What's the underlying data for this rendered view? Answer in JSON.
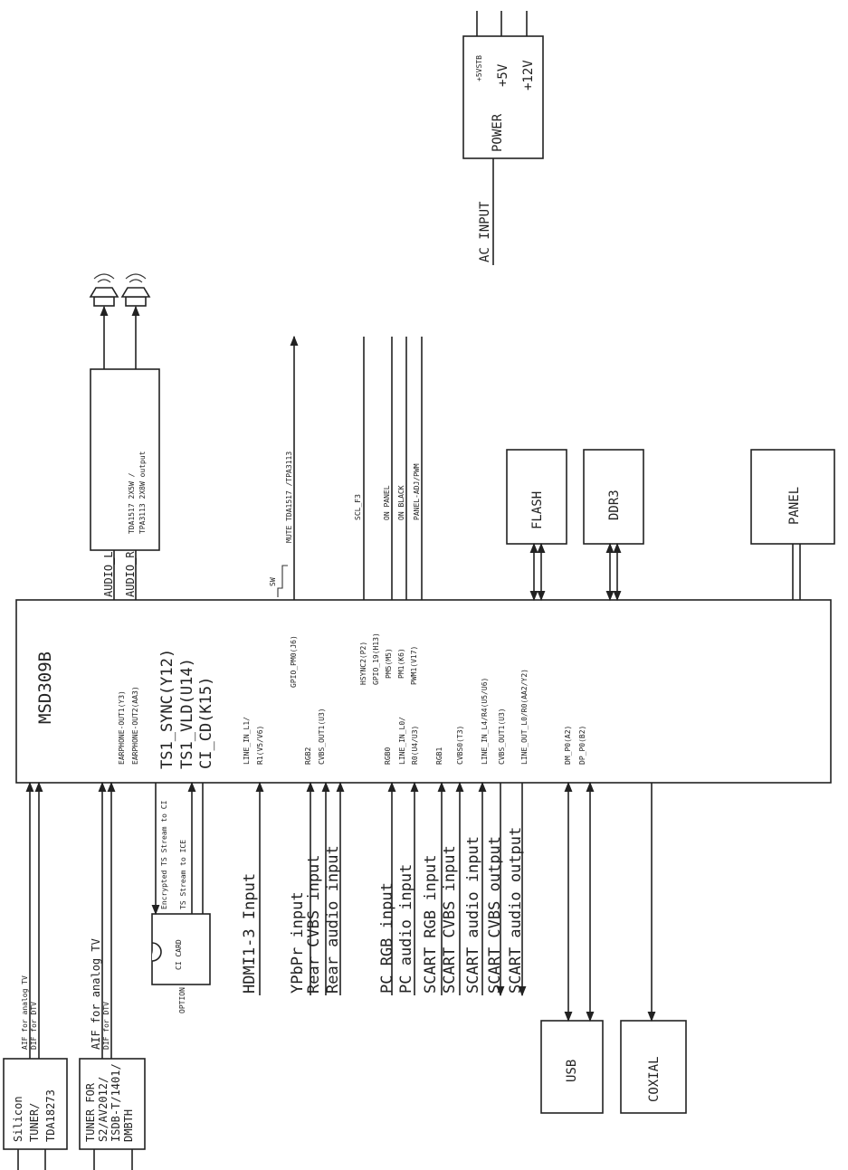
{
  "chip": {
    "name": "MSD309B",
    "earphone_out1": "EARPHONE-OUT1(Y3)",
    "earphone_out2": "EARPHONE-OUT2(AA3)",
    "ts1_sync": "TS1_SYNC(Y12)",
    "ts1_vld": "TS1_VLD(U14)",
    "ci_cd": "CI_CD(K15)",
    "line_in_l1": "LINE_IN_L1/",
    "r1": "R1(V5/V6)",
    "gpio_pm0": "GPIO_PM0(J6)",
    "rgb2": "RGB2",
    "cvbs_out1": "CVBS_OUT1(U3)",
    "hsync2": "HSYNC2(P2)",
    "gpio_19": "GPIO_19(H13)",
    "pm5": "PM5(M5)",
    "pm1": "PM1(K6)",
    "pwm1": "PWM1(V17)",
    "rgb0": "RGB0",
    "line_in_l0": "LINE_IN_L0/",
    "r0": "R0(U4/U3)",
    "rgb1": "RGB1",
    "cvbs0": "CVBS0(T3)",
    "line_in_l4": "LINE_IN_L4/R4(U5/U6)",
    "cvbs_out1_b": "CVBS_OUT1(U3)",
    "line_out": "LINE_OUT_L0/R0(AA2/Y2)",
    "dm_p0": "DM_P0(A2)",
    "dp_p0": "DP_P0(B2)"
  },
  "power": {
    "label": "POWER",
    "v5vstb": "+5VSTB",
    "v5": "+5V",
    "v12": "+12V",
    "ac_input": "AC INPUT"
  },
  "amp": {
    "line1": "TDA1517 2X5W /",
    "line2": "TPA3113 2X8W output",
    "audio_l": "AUDIO_L",
    "audio_r": "AUDIO_R"
  },
  "signals": {
    "mute": "MUTE TDA1517 /TPA3113",
    "sw": "SW",
    "scl_f3": "SCL_F3",
    "on_panel": "ON PANEL",
    "on_black": "ON BLACK",
    "panel_adj": "PANEL-ADJ/PWM"
  },
  "blocks": {
    "flash": "FLASH",
    "ddr3": "DDR3",
    "panel": "PANEL",
    "usb": "USB",
    "coxial": "COXIAL",
    "ci_card": "CI CARD",
    "option": "OPTION"
  },
  "tuner1": {
    "line1": "Silicon",
    "line2": "TUNER/",
    "line3": "TDA18273",
    "aif": "AIF for analog TV",
    "dif": "DIF for DTV"
  },
  "tuner2": {
    "line1": "TUNER FOR",
    "line2": "S2/AV2012/",
    "line3": "ISDB-T/1401/",
    "line4": "DMBTH",
    "aif": "AIF for analog TV",
    "dif": "DIF for DTV"
  },
  "ci": {
    "stream_in": "Encrypted TS Stream to CI",
    "stream_out": "TS Stream to ICE"
  },
  "inputs": {
    "hdmi": "HDMI1-3 Input",
    "ypbpr": "YPbPr input",
    "rear_cvbs": "Rear CVBS input",
    "rear_audio": "Rear audio input",
    "pc_rgb": "PC RGB input",
    "pc_audio": "PC audio input",
    "scart_rgb": "SCART RGB input",
    "scart_cvbs": "SCART CVBS input",
    "scart_audio_in": "SCART audio input",
    "scart_cvbs_out": "SCART CVBS output",
    "scart_audio_out": "SCART audio output"
  }
}
